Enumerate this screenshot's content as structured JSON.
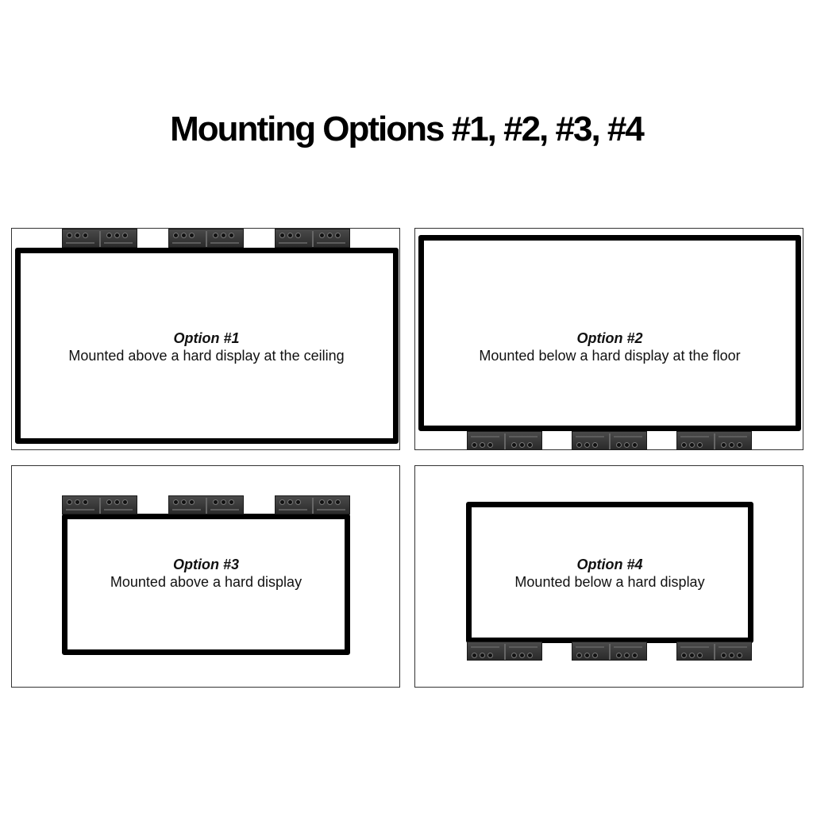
{
  "title": "Mounting Options #1, #2, #3, #4",
  "options": [
    {
      "label": "Option #1",
      "description": "Mounted above a hard display at the ceiling",
      "unit_position": "above"
    },
    {
      "label": "Option #2",
      "description": "Mounted below a hard display at the floor",
      "unit_position": "below"
    },
    {
      "label": "Option #3",
      "description": "Mounted above a hard display",
      "unit_position": "above"
    },
    {
      "label": "Option #4",
      "description": "Mounted below a hard display",
      "unit_position": "below"
    }
  ],
  "units_per_option": 3,
  "colors": {
    "display_border": "#000000",
    "unit_body": "#333333",
    "panel_border": "#333333"
  }
}
